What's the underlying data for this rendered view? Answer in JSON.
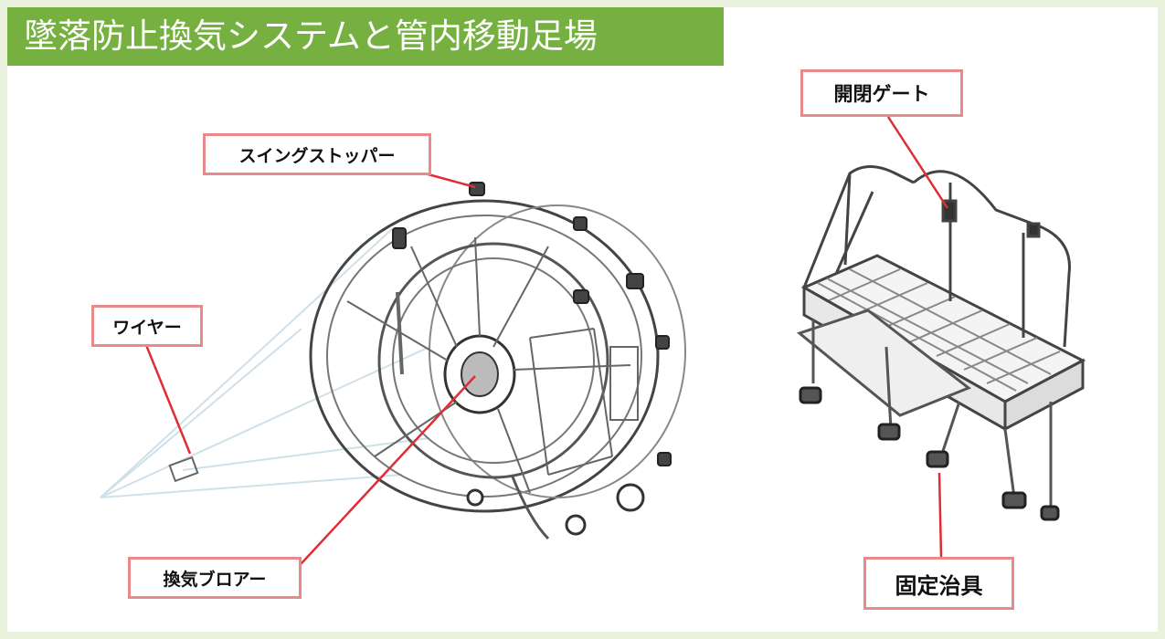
{
  "title": "墜落防止換気システムと管内移動足場",
  "colors": {
    "title_bg": "#76b041",
    "title_text": "#ffffff",
    "label_border": "#e88a8a",
    "leader_line": "#e02d35",
    "outer_bg": "#eaf1dd"
  },
  "labels": {
    "swing_stopper": "スイングストッパー",
    "wire": "ワイヤー",
    "blower": "換気ブロアー",
    "gate": "開閉ゲート",
    "fixture": "固定治具"
  }
}
